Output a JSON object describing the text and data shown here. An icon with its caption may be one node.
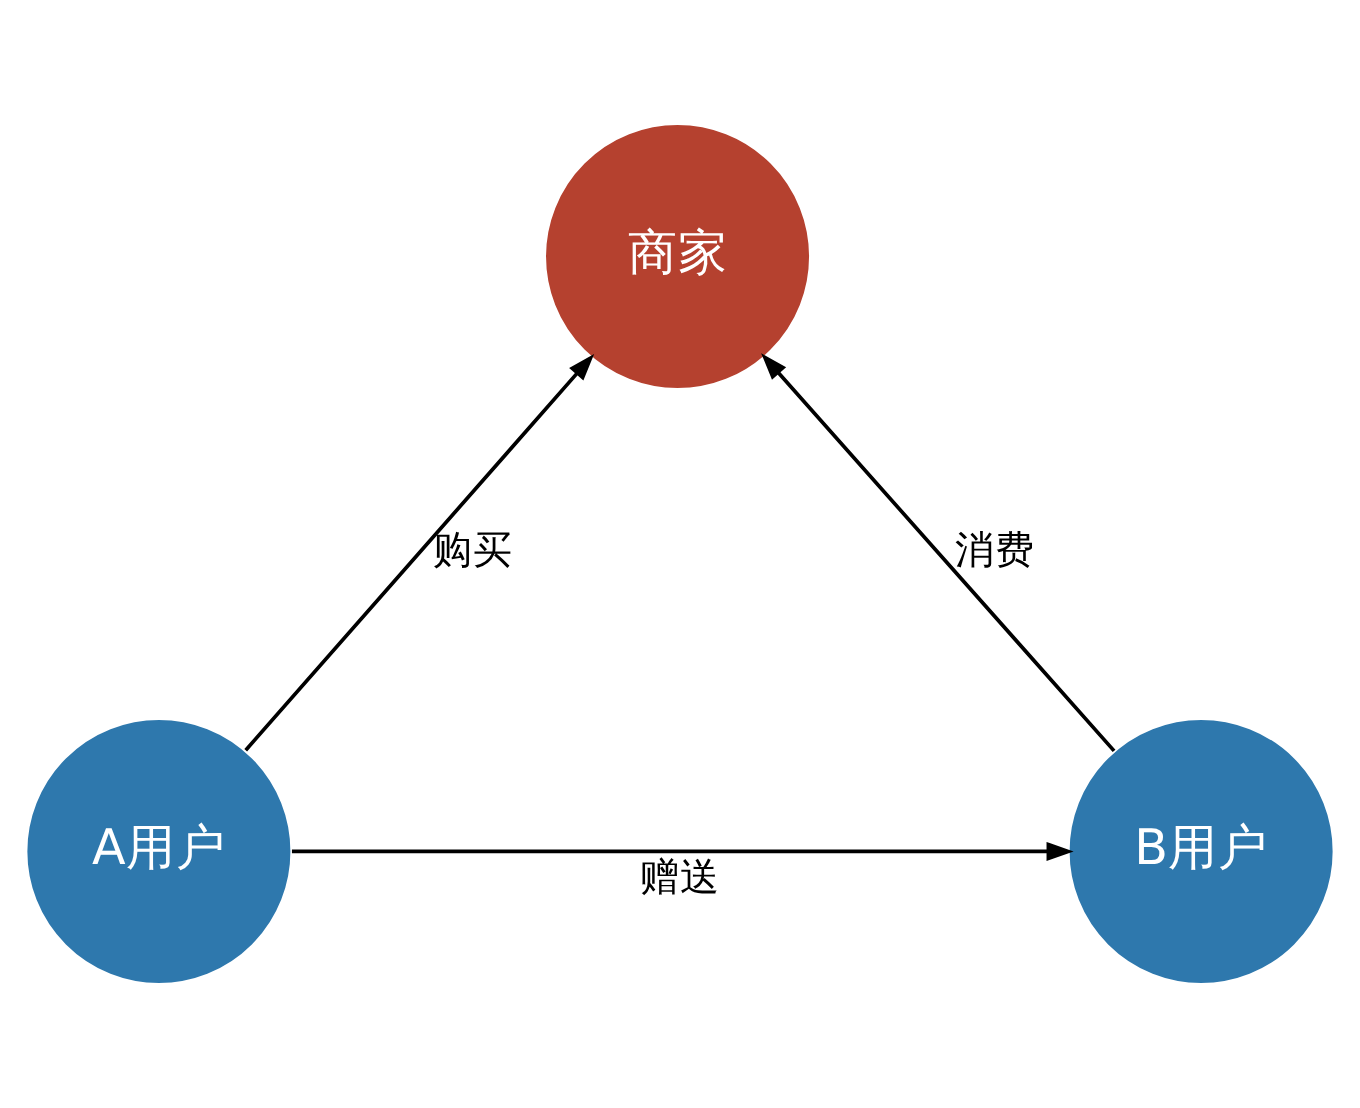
{
  "diagram": {
    "nodes": [
      {
        "text": [
          "商家"
        ]
      },
      {
        "text": [
          "A用户"
        ]
      },
      {
        "text": [
          "B用户"
        ]
      }
    ],
    "edges": [
      {
        "from": 1,
        "to": 0,
        "arrow": "to",
        "label": "购买"
      },
      {
        "from": 2,
        "to": 0,
        "arrow": "to",
        "label": "消费"
      },
      {
        "from": 1,
        "to": 2,
        "arrow": "to",
        "label": "赠送"
      }
    ]
  }
}
